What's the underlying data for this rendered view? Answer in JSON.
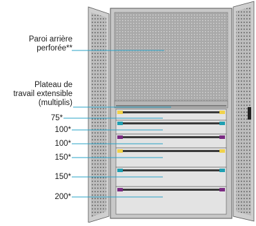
{
  "labels": {
    "perforated_back": [
      "Paroi arrière",
      "perforée**"
    ],
    "worktop": [
      "Plateau de",
      "travail extensible",
      "(multiplis)"
    ],
    "drawers": [
      "75*",
      "100*",
      "100*",
      "150*",
      "150*",
      "200*"
    ]
  },
  "colors": {
    "cabinet_grey": "#c8c8c8",
    "panel_grey": "#a9a9a9",
    "drawer_face": "#e3e3e3",
    "leader_line": "#29a3c7",
    "clip_yellow": "#f0d24a",
    "clip_teal": "#1f9fb1",
    "clip_purple": "#7a2a82"
  },
  "drawer_clips": [
    "yellow",
    "teal",
    "purple",
    "yellow",
    "teal",
    "purple"
  ]
}
